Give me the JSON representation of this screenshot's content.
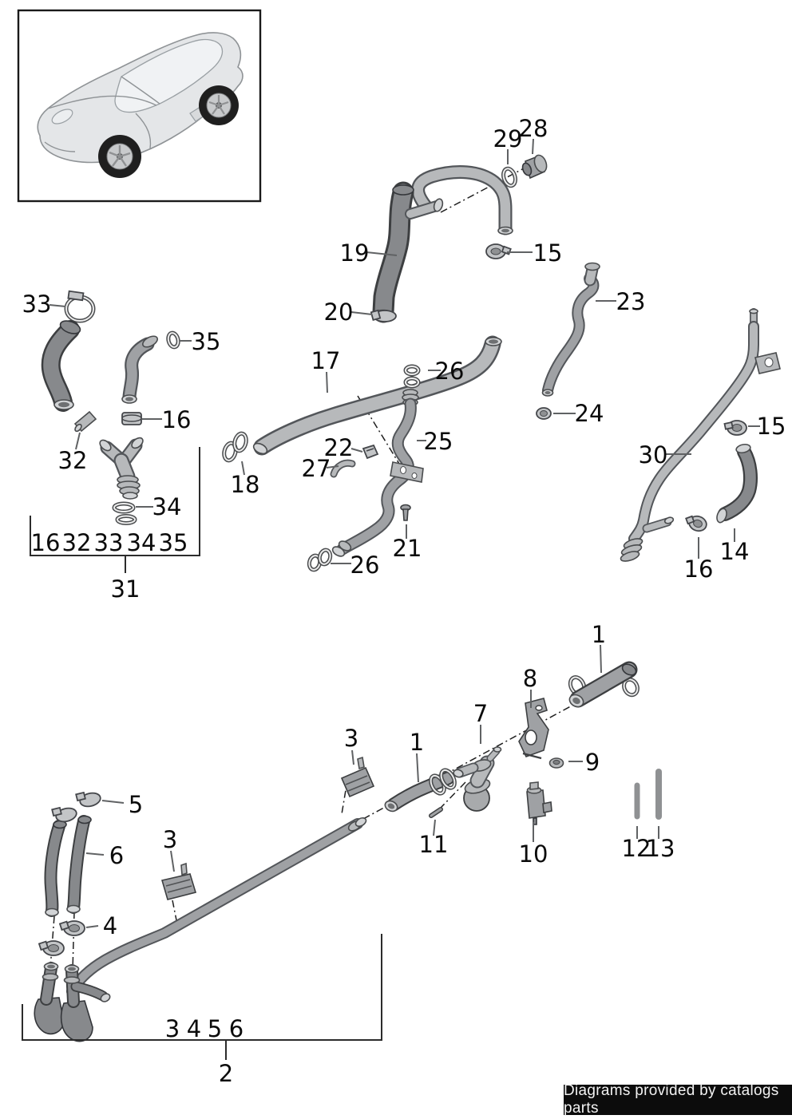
{
  "callouts": {
    "c29": "29",
    "c28": "28",
    "c19": "19",
    "c15a": "15",
    "c20": "20",
    "c23": "23",
    "c24": "24",
    "c33": "33",
    "c35": "35",
    "c16a": "16",
    "c32": "32",
    "c34": "34",
    "c17": "17",
    "c18": "18",
    "c26a": "26",
    "c25": "25",
    "c22": "22",
    "c27": "27",
    "c21": "21",
    "c26b": "26",
    "c30": "30",
    "c15b": "15",
    "c14": "14",
    "c16b": "16",
    "c1a": "1",
    "c8": "8",
    "c7": "7",
    "c9": "9",
    "c3a": "3",
    "c1b": "1",
    "c11": "11",
    "c10": "10",
    "c12": "12",
    "c13": "13",
    "c5": "5",
    "c6": "6",
    "c3b": "3",
    "c4": "4"
  },
  "groups": {
    "g31": {
      "items": [
        "16",
        "32",
        "33",
        "34",
        "35"
      ],
      "label": "31"
    },
    "g2": {
      "items": [
        "3",
        "4",
        "5",
        "6"
      ],
      "label": "2"
    }
  },
  "footer": {
    "text": "Diagrams provided by catalogs parts"
  },
  "colors": {
    "banner_bg": "#0c0c0c",
    "banner_text": "#f2f2f2",
    "metal_light": "#b7b9bb",
    "rubber_dark": "#87898c",
    "line": "#1f1f1f"
  }
}
